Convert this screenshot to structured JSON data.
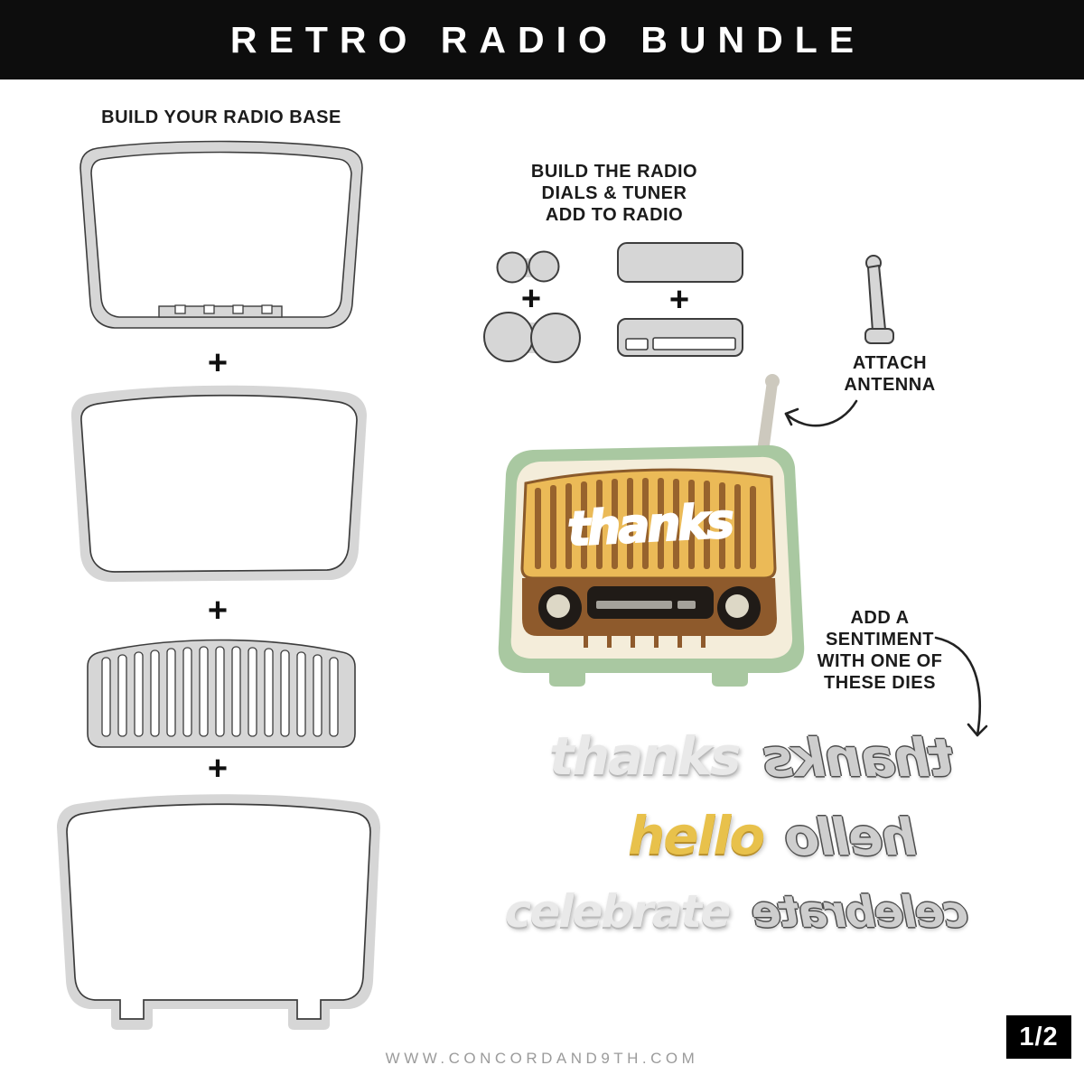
{
  "header": {
    "title": "RETRO RADIO BUNDLE"
  },
  "sections": {
    "base": {
      "label": "BUILD YOUR RADIO BASE"
    },
    "dials": {
      "label": "BUILD THE RADIO\nDIALS & TUNER\nADD TO RADIO"
    },
    "antenna": {
      "label": "ATTACH\nANTENNA"
    },
    "sentiment": {
      "label": "ADD A\nSENTIMENT\nWITH ONE OF\nTHESE DIES"
    }
  },
  "symbols": {
    "plus": "+"
  },
  "radio": {
    "sentiment_text": "thanks"
  },
  "sentiment_dies": [
    {
      "word": "thanks",
      "variant": "cut-silver",
      "mirrored": false
    },
    {
      "word": "thanks",
      "variant": "die-outline",
      "mirrored": true
    },
    {
      "word": "hello",
      "variant": "cut-gold",
      "mirrored": false
    },
    {
      "word": "hello",
      "variant": "die-outline",
      "mirrored": true
    },
    {
      "word": "celebrate",
      "variant": "cut-silver",
      "mirrored": false
    },
    {
      "word": "celebrate",
      "variant": "die-outline",
      "mirrored": true
    }
  ],
  "footer": {
    "url": "WWW.CONCORDAND9TH.COM",
    "page_indicator": "1/2"
  },
  "colors": {
    "banner_bg": "#0d0d0d",
    "die_gray": "#d6d6d6",
    "die_stroke": "#3d3d3d",
    "radio_green": "#a9c8a1",
    "radio_cream": "#f4edda",
    "radio_amber": "#ebba57",
    "radio_slat": "#97632d",
    "radio_band": "#8e5a2c",
    "radio_black": "#201b17",
    "knob_gray": "#ddd8c6",
    "tuner_bar_gray": "#a5a29b",
    "antenna_beige": "#cdc9be",
    "badge_bg": "#000000"
  }
}
